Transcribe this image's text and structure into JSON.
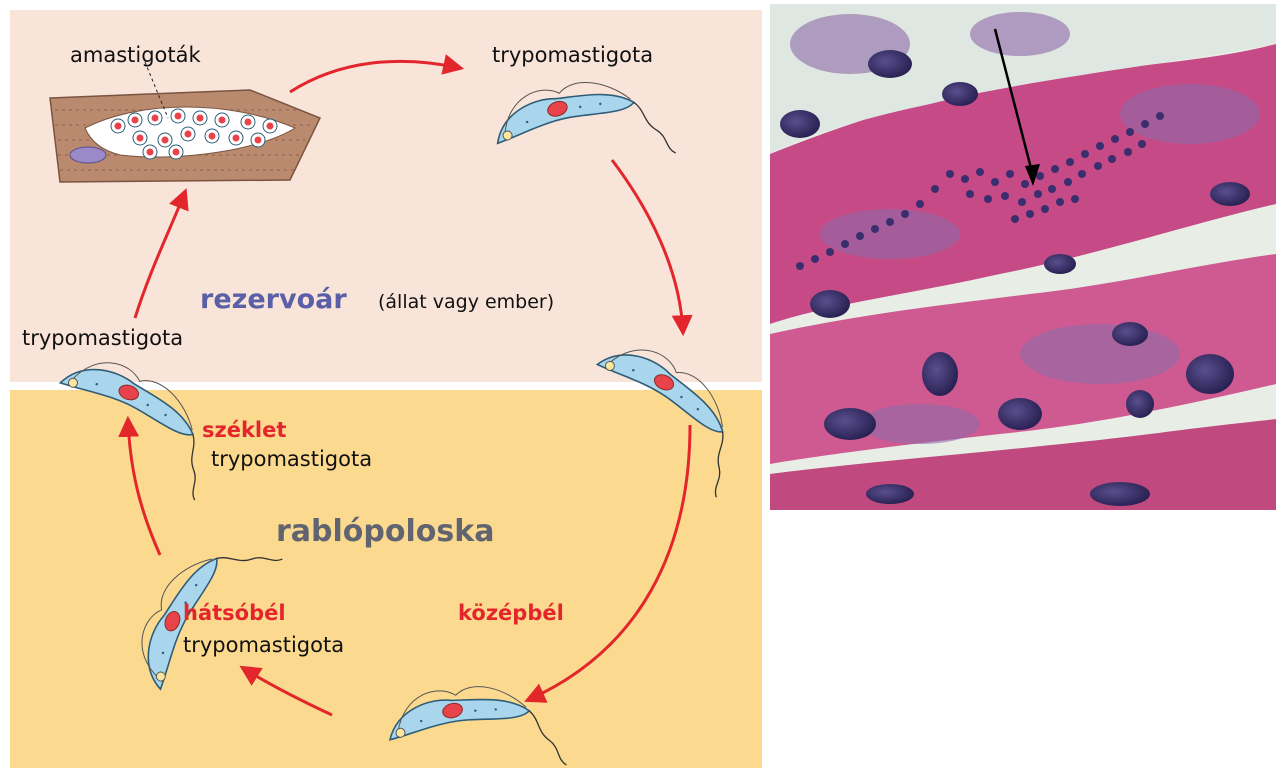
{
  "diagram": {
    "reservoir_zone": {
      "title": "rezervoár",
      "subtitle": "(állat vagy ember)",
      "color": "#f9e4da"
    },
    "bug_zone": {
      "title": "rablópoloska",
      "color": "#fbd98f"
    },
    "labels": {
      "amastigotes": "amastigoták",
      "trypo_top": "trypomastigota",
      "trypo_left": "trypomastigota",
      "feces_title": "széklet",
      "feces_sub": "trypomastigota",
      "hindgut_title": "hátsóbél",
      "hindgut_sub": "trypomastigota",
      "midgut": "középbél"
    },
    "colors": {
      "arrow": "#e3262b",
      "highlight_text": "#e3262b",
      "reservoir_title": "#5a5fa8",
      "bug_title": "#5f6470",
      "parasite_body": "#a9d6ec",
      "parasite_nucleus": "#e8434a",
      "muscle": "#b98a6e"
    }
  },
  "micrograph": {
    "stain_pink": "#c64a86",
    "stain_purple": "#3a2e6e",
    "background": "#e8eee6",
    "pointer": "arrow-pointer"
  }
}
